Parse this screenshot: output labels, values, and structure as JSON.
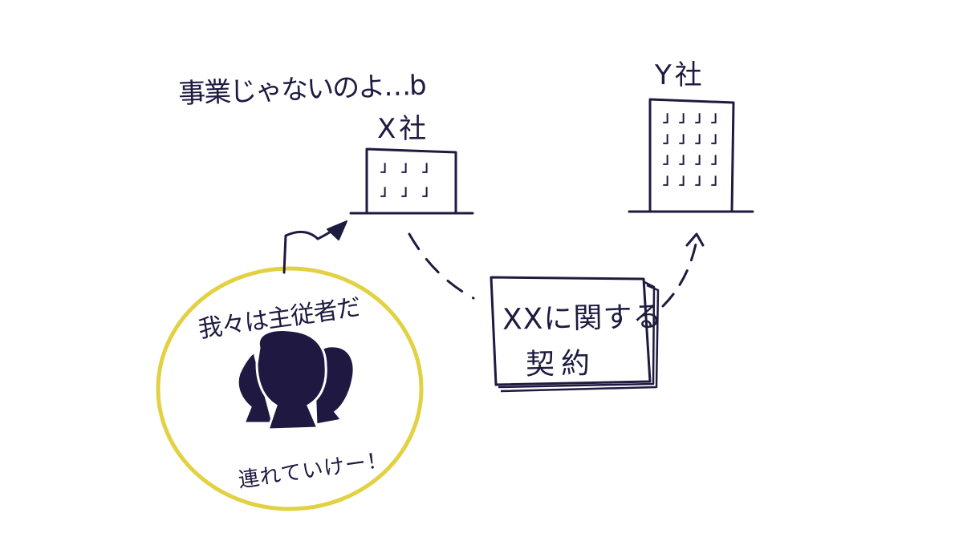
{
  "labels": {
    "note": "事業じゃないのよ…b",
    "company_x": "X社",
    "company_y": "Y社",
    "contract_line1": "XXに関する",
    "contract_line2": "契約",
    "we_are": "我々は主従者だ",
    "take_us": "連れていけー！"
  },
  "building_x": {
    "windows": [
      "」",
      "」",
      "」",
      "」",
      "」",
      "」"
    ]
  },
  "building_y": {
    "windows": [
      "」",
      "」",
      "」",
      "」",
      "」",
      "」",
      "」",
      "」",
      "」",
      "」",
      "」",
      "」",
      "」",
      "」",
      "」",
      "」"
    ]
  },
  "colors": {
    "ink": "#1e1a40",
    "circle": "#e2d142",
    "silhouette": "#1f1942",
    "background": "#ffffff"
  }
}
